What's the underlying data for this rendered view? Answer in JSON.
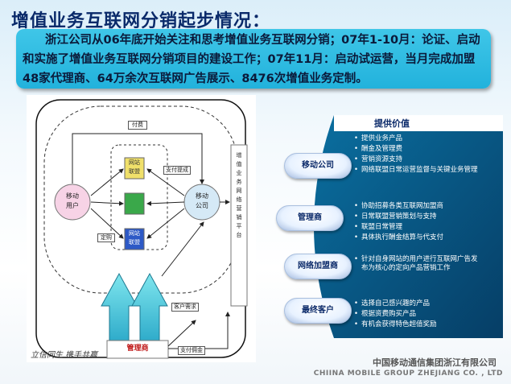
{
  "title": "增值业务互联网分销起步情况：",
  "intro": "浙江公司从06年底开始关注和思考增值业务互联网分销；07年1-10月：论证、启动和实施了增值业务互联网分销项目的建设工作；07年11月：启动试运营，当月完成加盟48家代理商、64万余次互联网广告展示、8476次增值业务定制。",
  "diagram": {
    "top_label": "付费",
    "left_node": [
      "移动",
      "用户"
    ],
    "right_node": [
      "移动",
      "公司"
    ],
    "center_nodes": [
      [
        "网站",
        "联盟"
      ],
      [
        "",
        ""
      ],
      [
        "网站",
        "联盟"
      ]
    ],
    "pay_label": "支付提成",
    "order_label": "定购",
    "customer_label": "客户需求",
    "payment_label": "支付佣金",
    "manager": "管理商",
    "platform": "增值业务网络营销平台",
    "signature": "立信同生 携手共赢"
  },
  "panel": {
    "heading": "提供价值",
    "groups": [
      {
        "name": "移动公司",
        "items": [
          "提供业务产品",
          "酬金及管理费",
          "营销资源支持",
          "网络联盟日常运营监督与关键业务管理"
        ]
      },
      {
        "name": "管理商",
        "items": [
          "协助招募各类互联网加盟商",
          "日常联盟营销策划与支持",
          "联盟日常管理",
          "具体执行酬金结算与代支付"
        ]
      },
      {
        "name": "网络加盟商",
        "items": [
          "针对自身网站的用户进行互联网广告发布为核心的定向产品营销工作"
        ]
      },
      {
        "name": "最终客户",
        "items": [
          "选择自己感兴趣的产品",
          "根据资费购买产品",
          "有机会获得特色超值奖励"
        ]
      }
    ]
  },
  "footer": {
    "cn": "中国移动通信集团浙江有限公司",
    "en": "CHIINA MOBILE GROUP ZHEJIANG CO. , LTD"
  }
}
